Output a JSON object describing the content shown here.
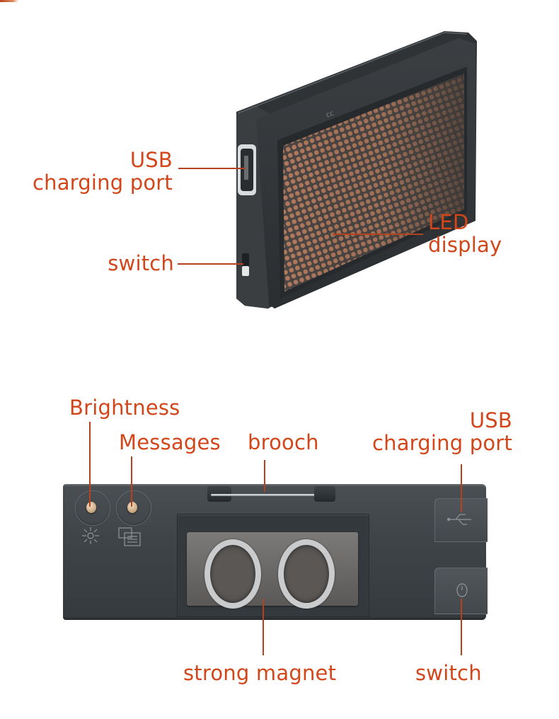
{
  "top_view": {
    "callouts": [
      {
        "id": "usb-port",
        "lines": [
          "USB",
          "charging port"
        ]
      },
      {
        "id": "switch",
        "lines": [
          "switch"
        ]
      },
      {
        "id": "led-display",
        "lines": [
          "LED",
          "display"
        ]
      }
    ]
  },
  "back_view": {
    "callouts": [
      {
        "id": "brightness",
        "lines": [
          "Brightness"
        ]
      },
      {
        "id": "messages",
        "lines": [
          "Messages"
        ]
      },
      {
        "id": "brooch",
        "lines": [
          "brooch"
        ]
      },
      {
        "id": "usb-port",
        "lines": [
          "USB",
          "charging port"
        ]
      },
      {
        "id": "strong-magnet",
        "lines": [
          "strong magnet"
        ]
      },
      {
        "id": "switch",
        "lines": [
          "switch"
        ]
      }
    ],
    "icons": {
      "brightness_button": "sun-icon",
      "messages_button": "message-stack-icon",
      "usb_panel": "usb-icon",
      "switch_panel": "power-icon"
    }
  },
  "colors": {
    "label": "#d2461a",
    "leader_line": "#b5421f",
    "device_body": "#3f4448",
    "led_amber": "#b97c5c"
  }
}
